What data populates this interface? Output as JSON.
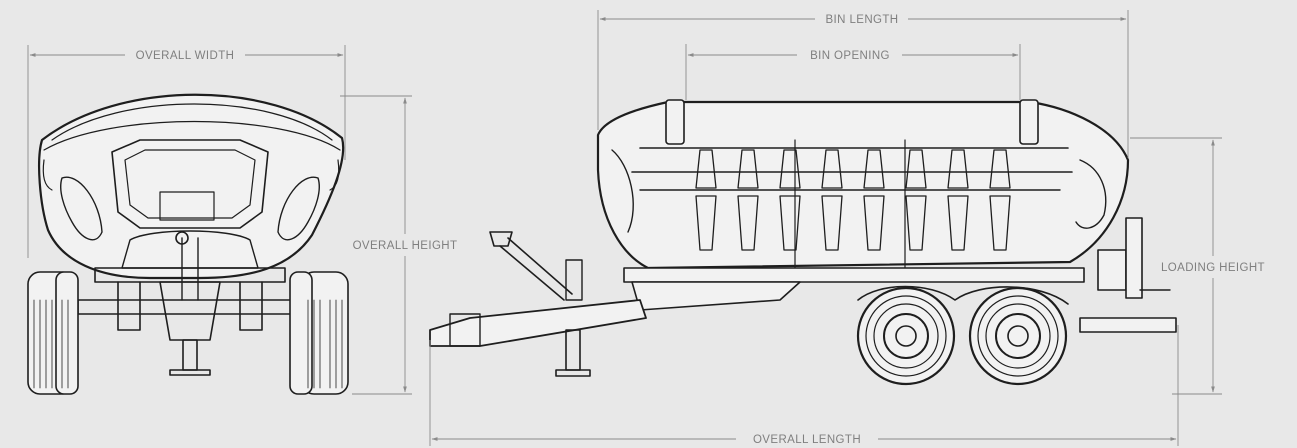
{
  "dimensions": {
    "overall_width": "OVERALL WIDTH",
    "overall_height": "OVERALL HEIGHT",
    "bin_length": "BIN LENGTH",
    "bin_opening": "BIN OPENING",
    "loading_height": "LOADING HEIGHT",
    "overall_length": "OVERALL LENGTH"
  },
  "colors": {
    "background": "#e8e8e8",
    "line": "#1e1e1e",
    "dimension": "#8a8a8a"
  }
}
